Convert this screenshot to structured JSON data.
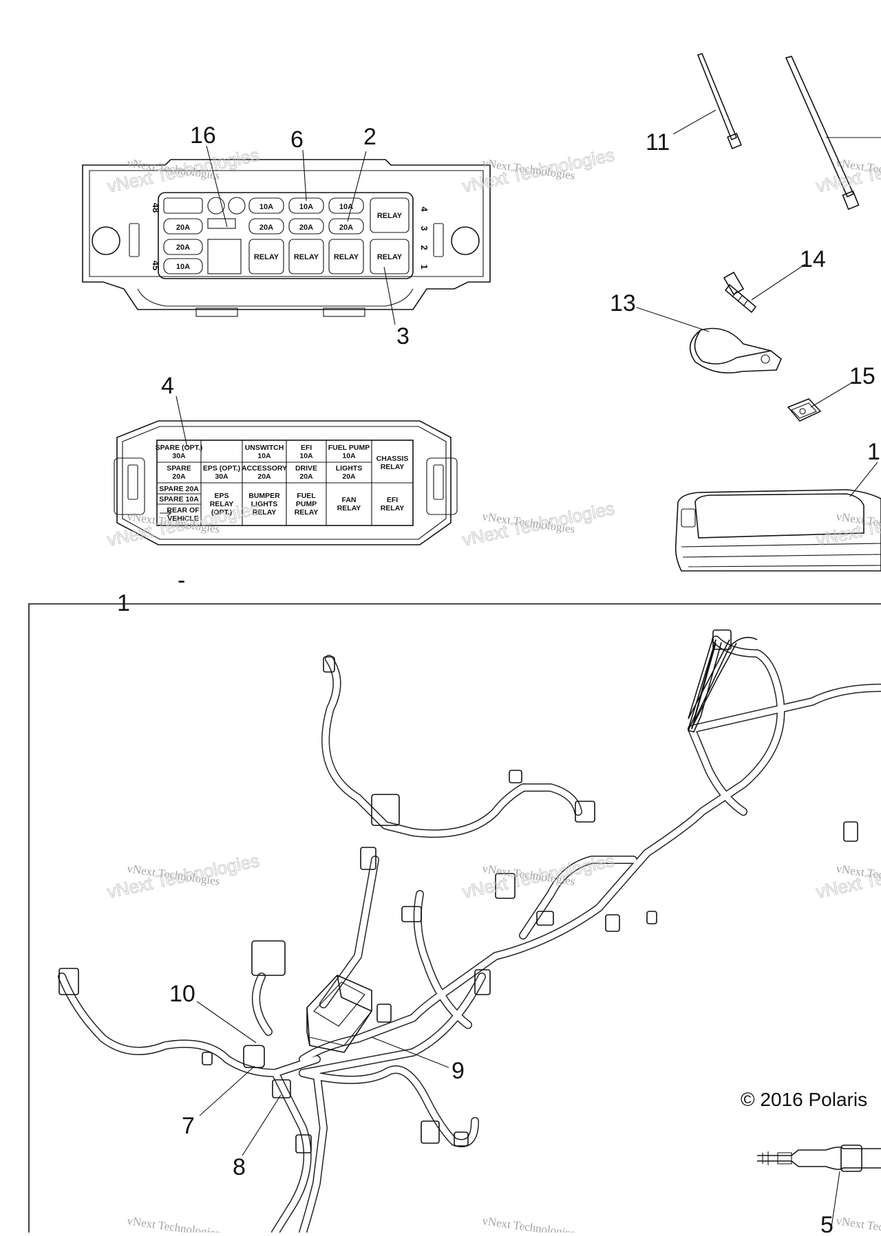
{
  "callouts": {
    "c16": "16",
    "c6": "6",
    "c2": "2",
    "c3": "3",
    "c4": "4",
    "c11": "11",
    "c14": "14",
    "c13": "13",
    "c15": "15",
    "c12": "1",
    "c1": "1",
    "c10": "10",
    "c9": "9",
    "c7": "7",
    "c8": "8",
    "c5": "5"
  },
  "fuse_block": {
    "pin_left_top": "48",
    "pin_left_bottom": "45",
    "pin_right": [
      "4",
      "3",
      "2",
      "1"
    ],
    "row1": [
      "10A",
      "10A",
      "10A",
      "RELAY"
    ],
    "row2_left": "20A",
    "row2": [
      "20A",
      "20A",
      "20A"
    ],
    "row3_left": "20A",
    "row4_left": "10A",
    "row34": [
      "RELAY",
      "RELAY",
      "RELAY",
      "RELAY"
    ]
  },
  "fuse_label": {
    "r1": [
      "SPARE (OPT.)\n30A",
      "",
      "UNSWITCH\n10A",
      "EFI\n10A",
      "FUEL PUMP\n10A",
      "CHASSIS\nRELAY"
    ],
    "r2": [
      "SPARE\n20A",
      "EPS (OPT.)\n30A",
      "ACCESSORY\n20A",
      "DRIVE\n20A",
      "LIGHTS\n20A"
    ],
    "r3a": "SPARE 20A",
    "r3b": "SPARE 10A",
    "r3c": "REAR OF\nVEHICLE",
    "r3": [
      "EPS\nRELAY\n(OPT.)",
      "BUMPER\nLIGHTS\nRELAY",
      "FUEL\nPUMP\nRELAY",
      "FAN\nRELAY",
      "EFI\nRELAY"
    ]
  },
  "watermark": {
    "line1": "vNext Technologies",
    "line2": "vNext Technologies"
  },
  "copyright": "© 2016 Polaris",
  "dash": "-"
}
